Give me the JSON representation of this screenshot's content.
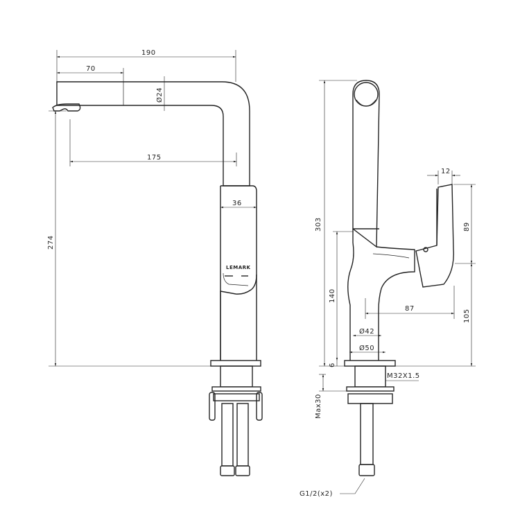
{
  "front_view": {
    "brand": "LEMARK",
    "dimensions": {
      "overall_reach": "190",
      "spout_tip": "70",
      "spout_diameter": "Ø24",
      "spout_to_body": "175",
      "body_width": "36",
      "height": "274"
    }
  },
  "side_view": {
    "dimensions": {
      "height": "303",
      "handle_width": "12",
      "handle_height": "89",
      "base_height": "140",
      "handle_reach": "87",
      "handle_base": "105",
      "inner_diameter": "Ø42",
      "base_diameter": "Ø50",
      "plate_thickness": "6",
      "thread": "M32X1.5",
      "max_worktop": "Max30",
      "hose_fitting": "G1/2(x2)"
    }
  }
}
